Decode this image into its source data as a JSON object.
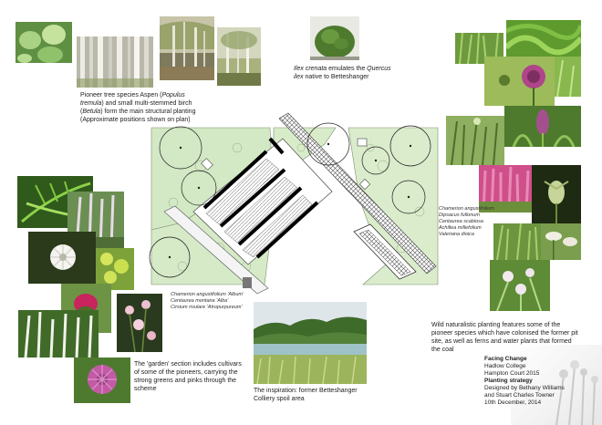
{
  "captions": {
    "pioneer_trees": [
      {
        "t": "Pioneer tree species Aspen (",
        "i": false
      },
      {
        "t": "Populus",
        "i": true
      },
      {
        "t": "",
        "br": true
      },
      {
        "t": "tremula",
        "i": true
      },
      {
        "t": ") and small multi-stemmed birch",
        "i": false
      },
      {
        "t": "",
        "br": true
      },
      {
        "t": "(",
        "i": false
      },
      {
        "t": "Betula",
        "i": true
      },
      {
        "t": ") form the main structural planting",
        "i": false
      },
      {
        "t": "",
        "br": true
      },
      {
        "t": "(Approximate positions shown on plan)",
        "i": false
      }
    ],
    "ilex": [
      {
        "t": "Ilex crenata",
        "i": true
      },
      {
        "t": " emulates the ",
        "i": false
      },
      {
        "t": "Quercus",
        "i": true
      },
      {
        "t": "",
        "br": true
      },
      {
        "t": "ilex",
        "i": true
      },
      {
        "t": " native to Betteshanger",
        "i": false
      }
    ],
    "wild_naturalistic": "Wild naturalistic planting features some of the pioneer species which have colonised the former pit site, as well as ferns and water plants that formed the coal",
    "garden_section": "The 'garden' section includes cultivars of some of the pioneers, carrying the strong greens and pinks through the scheme",
    "inspiration": "The inspiration: former Betteshanger Colliery spoil area"
  },
  "plant_lists": {
    "right": [
      "Chamerion angustifolium",
      "Dipsacus fullonum",
      "Centaurea scabiosa",
      "Achillea millefolium",
      "Valeriana dioica"
    ],
    "left": [
      "Chamerion angustifolium 'Album'",
      "Centaurea montana 'Alba'",
      "Cirsium rivulare 'Atropurpureum'"
    ]
  },
  "credits": {
    "project_title": "Facing Change",
    "college": "Hadlow College",
    "event": "Hampton Court 2015",
    "strategy_title": "Planting strategy",
    "designer_line1": "Designed by Bethany Williams",
    "designer_line2": "and Stuart Charles Towner",
    "date": "10th December, 2014"
  },
  "colors": {
    "plan_green": "#cfe6c0",
    "plan_stroke": "#7a8f70",
    "bar_black": "#000000",
    "hatch": "#888888"
  }
}
